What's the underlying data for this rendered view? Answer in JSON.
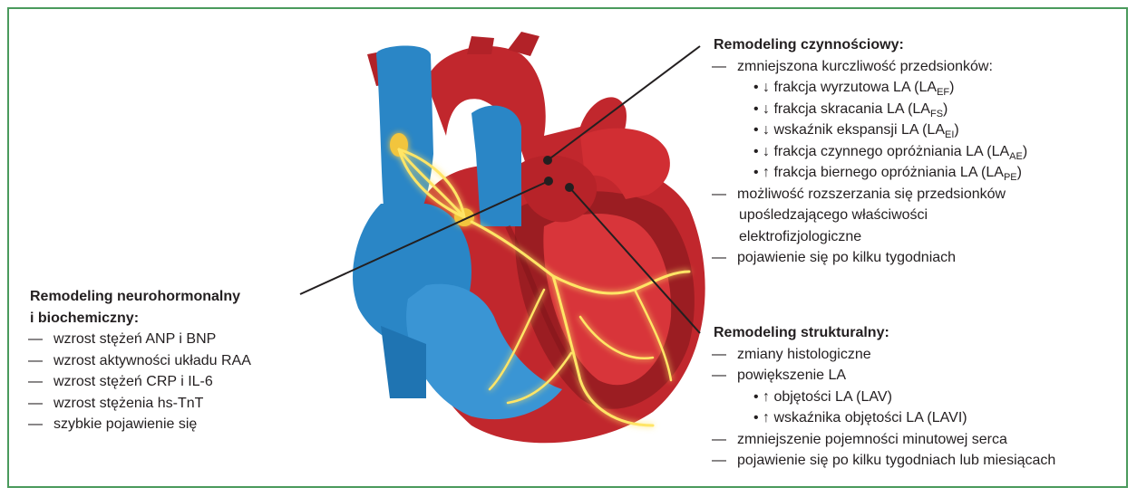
{
  "colors": {
    "frame": "#4a9a5c",
    "blood_red": "#c1272d",
    "blood_blue": "#2a86c6",
    "nerve": "#ffe566"
  },
  "icons": [
    "heart-illustration",
    "conduction-system"
  ],
  "functional": {
    "title": "Remodeling czynnościowy:",
    "item1": "zmniejszona kurczliwość przedsionków:",
    "sub1_arrow": "↓",
    "sub1_text": "frakcja wyrzutowa LA (LA",
    "sub1_sub": "EF",
    "sub1_end": ")",
    "sub2_arrow": "↓",
    "sub2_text": "frakcja skracania LA (LA",
    "sub2_sub": "FS",
    "sub2_end": ")",
    "sub3_arrow": "↓",
    "sub3_text": "wskaźnik ekspansji LA (LA",
    "sub3_sub": "EI",
    "sub3_end": ")",
    "sub4_arrow": "↓",
    "sub4_text": "frakcja czynnego opróżniania LA (LA",
    "sub4_sub": "AE",
    "sub4_end": ")",
    "sub5_arrow": "↑",
    "sub5_text": "frakcja biernego opróżniania LA (LA",
    "sub5_sub": "PE",
    "sub5_end": ")",
    "item2_l1": "możliwość rozszerzania się przedsionków",
    "item2_l2": "upośledzającego właściwości",
    "item2_l3": "elektrofizjologiczne",
    "item3": "pojawienie się po kilku tygodniach"
  },
  "neuro": {
    "title_l1": "Remodeling neurohormonalny",
    "title_l2": "i biochemiczny:",
    "items": [
      "wzrost stężeń ANP i BNP",
      "wzrost aktywności układu RAA",
      "wzrost stężeń CRP i IL-6",
      "wzrost stężenia hs-TnT",
      "szybkie pojawienie się"
    ]
  },
  "structural": {
    "title": "Remodeling strukturalny:",
    "item1": "zmiany histologiczne",
    "item2": "powiększenie LA",
    "sub1_arrow": "↑",
    "sub1_text": "objętości LA (LAV)",
    "sub2_arrow": "↑",
    "sub2_text": "wskaźnika objętości LA (LAVI)",
    "item3": "zmniejszenie pojemności minutowej serca",
    "item4": "pojawienie się po kilku tygodniach lub miesiącach"
  },
  "dash": "—",
  "bullet": "•"
}
